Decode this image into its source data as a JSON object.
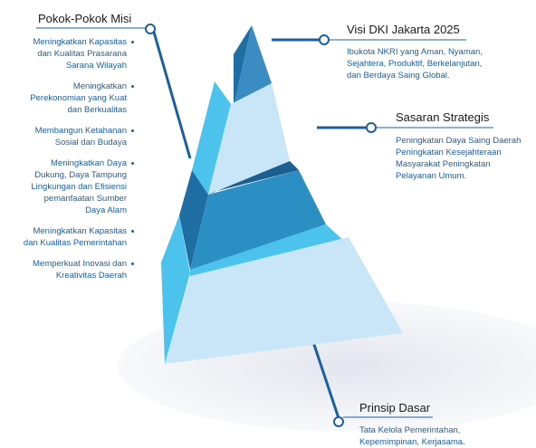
{
  "mission": {
    "title": "Pokok-Pokok Misi",
    "items": [
      [
        "Meningkatkan Kapasitas",
        "dan Kualitas Prasarana",
        "Sarana Wilayah"
      ],
      [
        "Meningkatkan",
        "Perekonomian yang Kuat",
        "dan Berkualitas"
      ],
      [
        "Membangun Ketahanan",
        "Sosial dan Budaya"
      ],
      [
        "Meningkatkan Daya",
        "Dukung, Daya Tampung",
        "Lingkungan dan Efisiensi",
        "pemanfaatan Sumber",
        "Daya Alam"
      ],
      [
        "Meningkatkan Kapasitas",
        "dan Kualitas Pemerintahan"
      ],
      [
        "Memperkuat Inovasi dan",
        "Kreativitas Daerah"
      ]
    ]
  },
  "vision": {
    "title": "Visi DKI Jakarta 2025",
    "lines": [
      "Ibukota NKRI yang Aman, Nyaman,",
      "Sejahtera, Produktif, Berkelanjutan,",
      "dan Berdaya Saing Global."
    ]
  },
  "strategic": {
    "title": "Sasaran Strategis",
    "lines": [
      "Peningkatan Daya Saing Daerah",
      "Peningkatan Kesejahteraan",
      "Masyarakat Peningkatan",
      "Pelayanan Umum."
    ]
  },
  "principle": {
    "title": "Prinsip Dasar",
    "lines": [
      "Tata Kelola Pemerintahan,",
      "Kepemimpinan, Kerjasama."
    ]
  },
  "colors": {
    "tier_light": "#c9e6f8",
    "tier_mid": "#2c8fc4",
    "tier_top": "#3a8cc3",
    "side_cyan": "#4cc3ec",
    "side_dark": "#1f6ea3",
    "connector": "#1b5fa0"
  }
}
